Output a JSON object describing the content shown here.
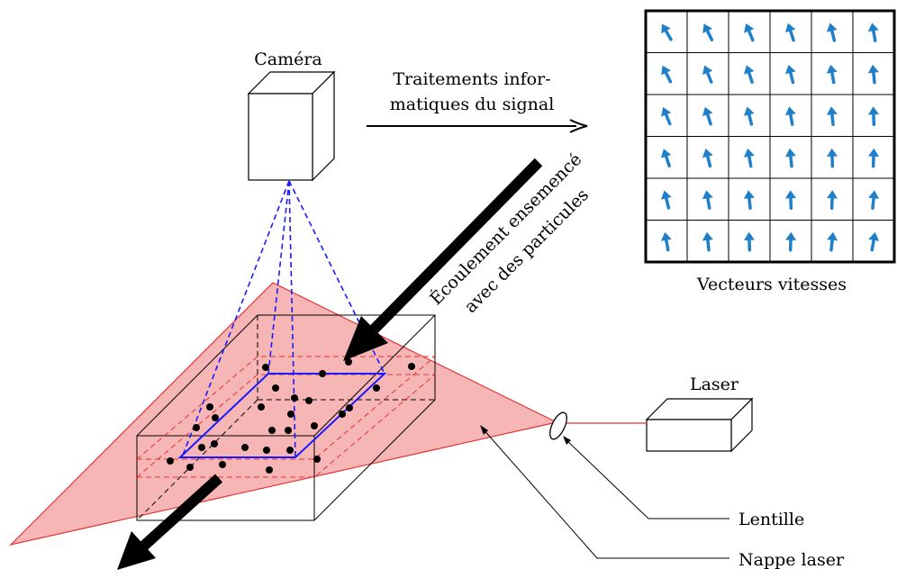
{
  "labels": {
    "camera": "Caméra",
    "processing_line1": "Traitements infor-",
    "processing_line2": "matiques du signal",
    "flow_line1": "Écoulement ensemencé",
    "flow_line2": "avec des particules",
    "vectors": "Vecteurs vitesses",
    "laser": "Laser",
    "lens": "Lentille",
    "sheet": "Nappe laser"
  },
  "vector_grid": {
    "rows": 6,
    "cols": 6
  },
  "colors": {
    "vector": "#1f7fc8",
    "sheet_fill": "#f7b6b6",
    "sheet_edge": "#e53030",
    "camera_cone": "#1a1aff",
    "measure_plane": "#1a1aff",
    "particle": "#000000"
  }
}
